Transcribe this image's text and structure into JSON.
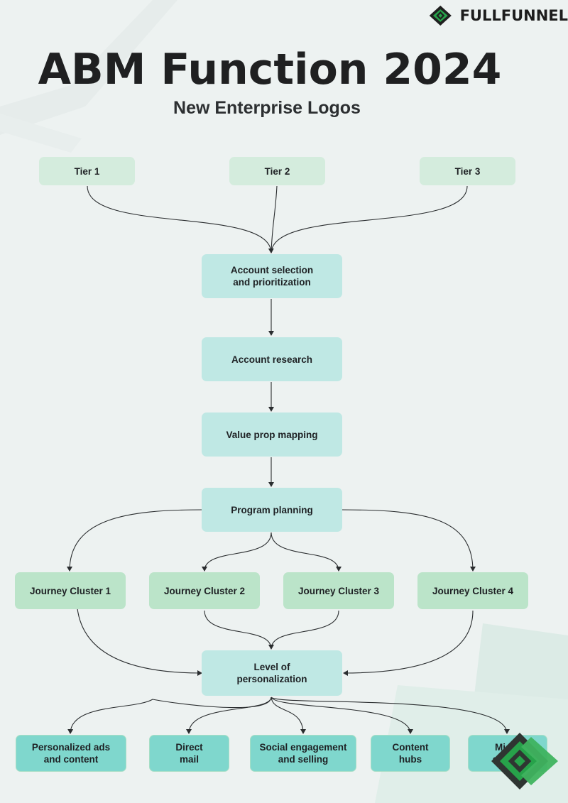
{
  "brand": {
    "name": "FULLFUNNEL",
    "logo_icon": "fullfunnel-logo-icon"
  },
  "header": {
    "title": "ABM Function 2024",
    "subtitle": "New Enterprise Logos"
  },
  "tiers": [
    {
      "label": "Tier 1"
    },
    {
      "label": "Tier 2"
    },
    {
      "label": "Tier 3"
    }
  ],
  "process": [
    {
      "label": "Account selection and prioritization"
    },
    {
      "label": "Account research"
    },
    {
      "label": "Value prop mapping"
    },
    {
      "label": "Program planning"
    }
  ],
  "clusters": [
    {
      "label": "Journey Cluster 1"
    },
    {
      "label": "Journey Cluster 2"
    },
    {
      "label": "Journey Cluster 3"
    },
    {
      "label": "Journey Cluster 4"
    }
  ],
  "personalization": {
    "label": "Level of personalization"
  },
  "tactics": [
    {
      "label": "Personalized ads and content"
    },
    {
      "label": "Direct mail"
    },
    {
      "label": "Social engagement and selling"
    },
    {
      "label": "Content hubs"
    },
    {
      "label": "Micro events"
    }
  ],
  "colors": {
    "background": "#edf2f1",
    "tier": "#d4ecdd",
    "process": "#bfe8e4",
    "cluster": "#bbe4c9",
    "tactic": "#7fd7cd",
    "edge": "#2a2d2f",
    "brand_green": "#27a24a"
  }
}
